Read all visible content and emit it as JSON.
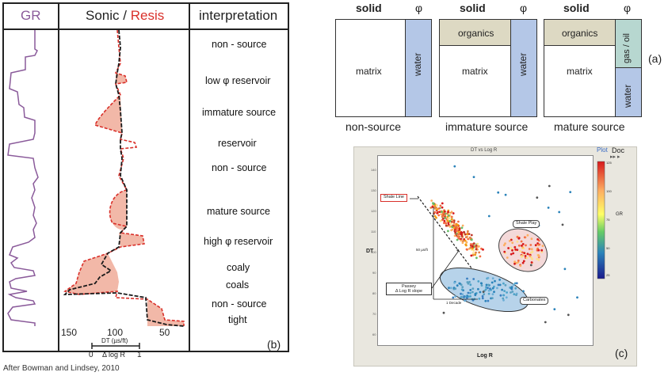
{
  "panel_b": {
    "header_gr": "GR",
    "header_sonic": "Sonic",
    "header_slash": "/",
    "header_resis": "Resis",
    "header_interp": "interpretation",
    "interpretations": [
      "non - source",
      "low φ reservoir",
      "immature source",
      "reservoir",
      "non - source",
      "mature source",
      "high φ reservoir",
      "coaly",
      "coals",
      "non - source",
      "tight"
    ],
    "scale_150": "150",
    "scale_100": "100",
    "scale_50": "50",
    "dt_label": "DT (µs/ft)",
    "dlogr_label": "Δ log R",
    "dlogr_0": "0",
    "dlogr_1": "1",
    "panel_label": "(b)",
    "credit": "After Bowman and Lindsey, 2010",
    "colors": {
      "gr": "#8a5a9a",
      "resis": "#d9302a",
      "fill": "#f2b8a8",
      "sonic": "#222222"
    }
  },
  "panel_a": {
    "solid": "solid",
    "phi": "φ",
    "matrix": "matrix",
    "water": "water",
    "organics": "organics",
    "gas_oil": "gas / oil",
    "captions": [
      "non-source",
      "immature source",
      "mature source"
    ],
    "panel_label": "(a)",
    "colors": {
      "water": "#b4c7e7",
      "organics": "#ddd9c3",
      "gas": "#b7d7d0"
    }
  },
  "panel_c": {
    "title": "DT vs Log R",
    "ylabel": "DT",
    "xlabel": "Log R",
    "shale_line": "Shale Line",
    "shale_play": "Shale Play",
    "carbonates": "Carbonates",
    "passey": "Passey",
    "passey2": "Δ Log R slope",
    "usft": "50 µs/ft",
    "decade": "1 Decade",
    "colorbar_label": "GR",
    "colorbar_ticks": [
      "125",
      "100",
      "75",
      "50",
      "25"
    ],
    "top_link": "Plot",
    "top_doc": "Doc",
    "panel_label": "(c)"
  }
}
